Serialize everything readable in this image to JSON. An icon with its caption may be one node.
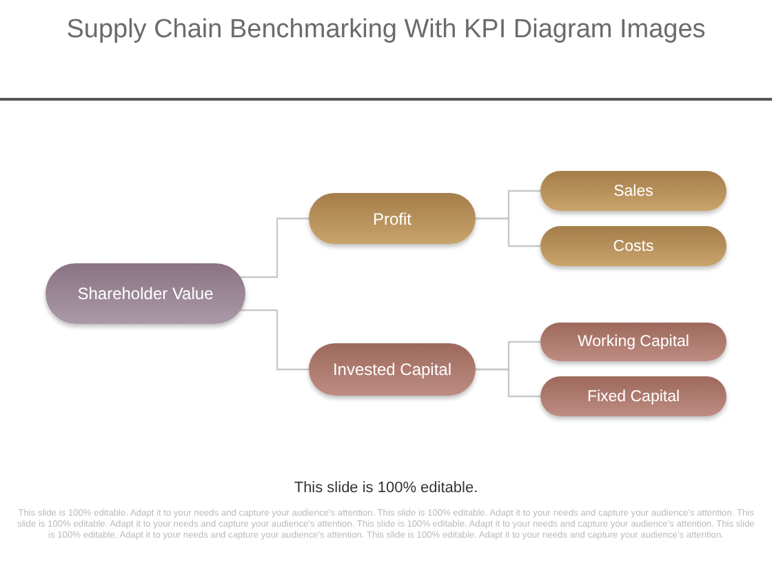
{
  "diagram": {
    "title": "Supply Chain Benchmarking With KPI Diagram Images",
    "nodes": [
      {
        "text": [
          "Shareholder Value"
        ]
      },
      {
        "text": [
          "Profit"
        ]
      },
      {
        "text": [
          "Invested Capital"
        ]
      },
      {
        "text": [
          "Sales"
        ]
      },
      {
        "text": [
          "Costs"
        ]
      },
      {
        "text": [
          "Working Capital"
        ]
      },
      {
        "text": [
          "Fixed Capital"
        ]
      }
    ],
    "edges": [
      {
        "from": 0,
        "to": 1,
        "arrow": "none"
      },
      {
        "from": 0,
        "to": 2,
        "arrow": "none"
      },
      {
        "from": 1,
        "to": 3,
        "arrow": "none"
      },
      {
        "from": 1,
        "to": 4,
        "arrow": "none"
      },
      {
        "from": 2,
        "to": 5,
        "arrow": "none"
      },
      {
        "from": 2,
        "to": 6,
        "arrow": "none"
      }
    ],
    "labels": [
      "This slide is 100% editable.",
      "This slide is 100% editable. Adapt it to your needs and capture your audience's attention. This slide is 100% editable. Adapt it to your needs and capture your audience's attention. This slide is 100% editable. Adapt it to your needs and capture your audience's attention. This slide is 100% editable. Adapt it to your needs and capture your audience's attention. This slide is 100% editable. Adapt it to your needs and capture your audience's attention. This slide is 100% editable. Adapt it to your needs and capture your audience's attention."
    ]
  }
}
